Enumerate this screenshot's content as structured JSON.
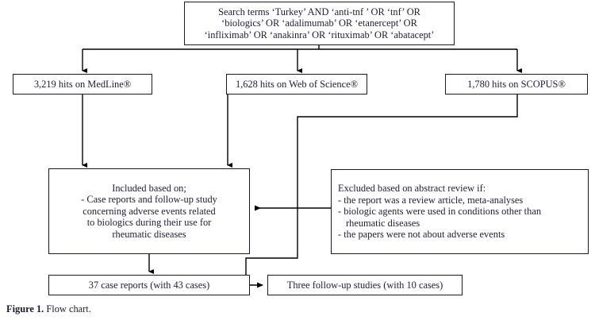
{
  "figure": {
    "caption_label": "Figure 1.",
    "caption_text": " Flow chart."
  },
  "nodes": {
    "search_terms": {
      "name": "search-terms-box",
      "lines": [
        "Search terms ‘Turkey’ AND ‘anti-tnf ’ OR ‘tnf’ OR",
        "‘biologics’ OR ‘adalimumab’ OR ‘etanercept’ OR",
        "‘infliximab’ OR ‘anakinra’ OR ‘rituximab’ OR ‘abatacept’"
      ]
    },
    "medline": {
      "name": "medline-hits-box",
      "count": "3,219",
      "label": "3,219 hits on MedLine®"
    },
    "web_of_science": {
      "name": "web-of-science-hits-box",
      "count": "1,628",
      "label": "1,628 hits on Web of Science®"
    },
    "scopus": {
      "name": "scopus-hits-box",
      "count": "1,780",
      "label": "1,780 hits on SCOPUS®"
    },
    "included": {
      "name": "included-criteria-box",
      "heading": "Included based on;",
      "lines": [
        "- Case reports and follow-up study",
        "concerning adverse events related",
        "to biologics during their use for",
        "rheumatic diseases"
      ]
    },
    "excluded": {
      "name": "excluded-criteria-box",
      "heading": "Excluded based on abstract review if:",
      "items": [
        "-  the report was a review article, meta-analyses",
        "-  biologic agents were used in conditions other than rheumatic diseases",
        "-  the papers were not about adverse events"
      ]
    },
    "case_reports": {
      "name": "case-reports-result-box",
      "label": "37 case reports (with 43 cases)"
    },
    "followup_studies": {
      "name": "followup-studies-result-box",
      "label": "Three follow-up studies (with 10 cases)"
    }
  },
  "connectors": {
    "stroke_color": "#000000",
    "edges": [
      "search-terms-to-medline",
      "search-terms-to-web-of-science",
      "search-terms-to-scopus",
      "medline-to-included",
      "web-of-science-to-included",
      "scopus-to-followup-studies",
      "excluded-to-included",
      "included-to-case-reports"
    ]
  }
}
